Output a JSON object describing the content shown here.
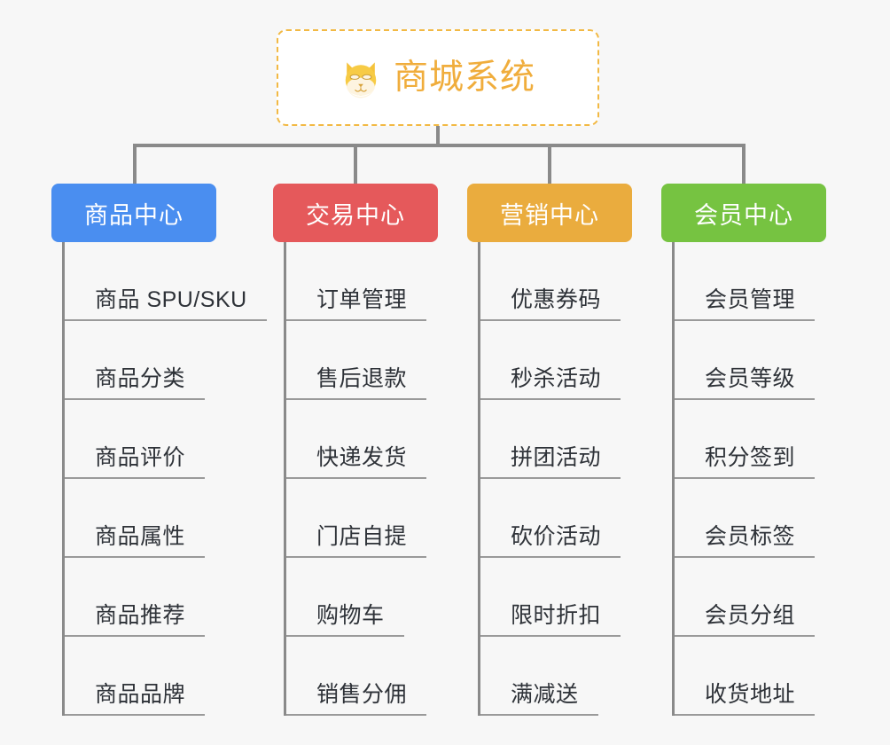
{
  "root": {
    "title": "商城系统",
    "icon": "shiba-inu-dog-face-emoji",
    "border_color": "#f2b944",
    "text_color": "#f0ad3c",
    "background": "#ffffff"
  },
  "canvas": {
    "background": "#f7f7f7",
    "connector_color": "#8a8a8a"
  },
  "branches": [
    {
      "label": "商品中心",
      "color": "#4a8ef0",
      "leaves": [
        {
          "label": "商品 SPU/SKU"
        },
        {
          "label": "商品分类"
        },
        {
          "label": "商品评价"
        },
        {
          "label": "商品属性"
        },
        {
          "label": "商品推荐"
        },
        {
          "label": "商品品牌"
        }
      ]
    },
    {
      "label": "交易中心",
      "color": "#e5595b",
      "leaves": [
        {
          "label": "订单管理"
        },
        {
          "label": "售后退款"
        },
        {
          "label": "快递发货"
        },
        {
          "label": "门店自提"
        },
        {
          "label": "购物车"
        },
        {
          "label": "销售分佣"
        }
      ]
    },
    {
      "label": "营销中心",
      "color": "#eaac3e",
      "leaves": [
        {
          "label": "优惠券码"
        },
        {
          "label": "秒杀活动"
        },
        {
          "label": "拼团活动"
        },
        {
          "label": "砍价活动"
        },
        {
          "label": "限时折扣"
        },
        {
          "label": "满减送"
        }
      ]
    },
    {
      "label": "会员中心",
      "color": "#76c341",
      "leaves": [
        {
          "label": "会员管理"
        },
        {
          "label": "会员等级"
        },
        {
          "label": "积分签到"
        },
        {
          "label": "会员标签"
        },
        {
          "label": "会员分组"
        },
        {
          "label": "收货地址"
        }
      ]
    }
  ]
}
